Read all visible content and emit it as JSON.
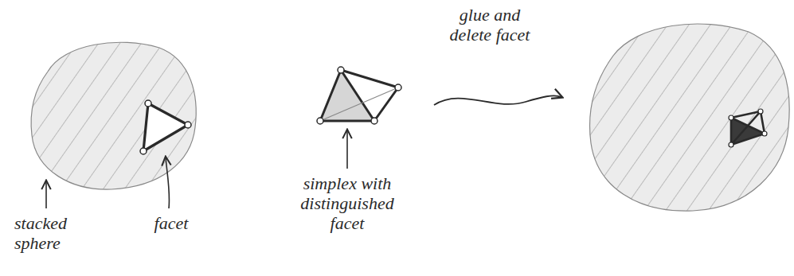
{
  "diagram": {
    "labels": [
      "glue and delete facet",
      "stacked sphere",
      "facet",
      "simplex with distinguished facet"
    ]
  }
}
